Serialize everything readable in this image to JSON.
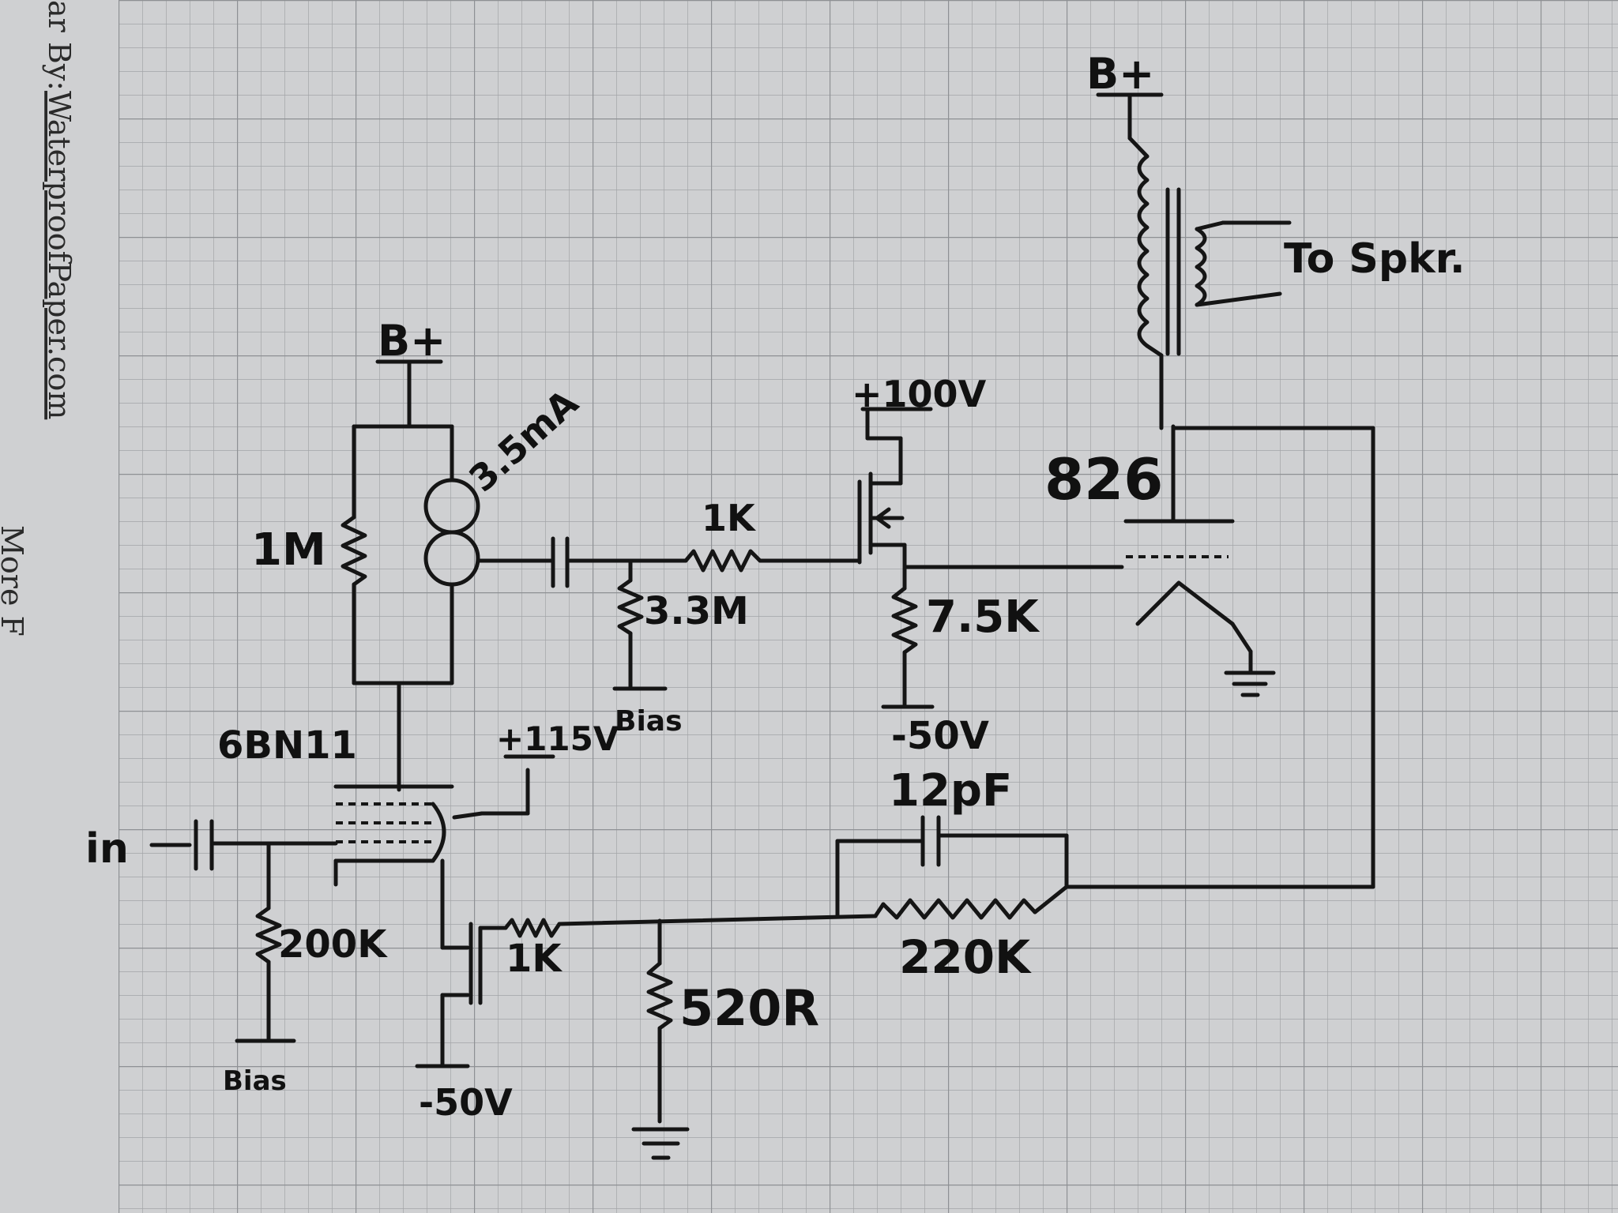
{
  "header": {
    "credit_prefix": "ar By:",
    "credit_link": "WaterproofPaper.com",
    "more_text": "More F"
  },
  "labels": {
    "b_plus_left": "B+",
    "b_plus_right": "B+",
    "to_speaker": "To Spkr.",
    "current_source": "3.5mA",
    "r_1m": "1M",
    "tube_6bn11": "6BN11",
    "input": "in",
    "r_200k": "200K",
    "bias_left": "Bias",
    "v_115": "+115V",
    "v_neg50_bottom": "-50V",
    "r_1k_bottom": "1K",
    "r_520r": "520R",
    "r_1k_top": "1K",
    "r_3_3m": "3.3M",
    "bias_mid": "Bias",
    "v_100": "+100V",
    "r_7_5k": "7.5K",
    "v_neg50_right": "-50V",
    "c_12pf": "12pF",
    "r_220k": "220K",
    "tube_826": "826"
  },
  "colors": {
    "paper": "#cfd0d2",
    "grid": "#9a9ca0",
    "ink": "#151515"
  }
}
